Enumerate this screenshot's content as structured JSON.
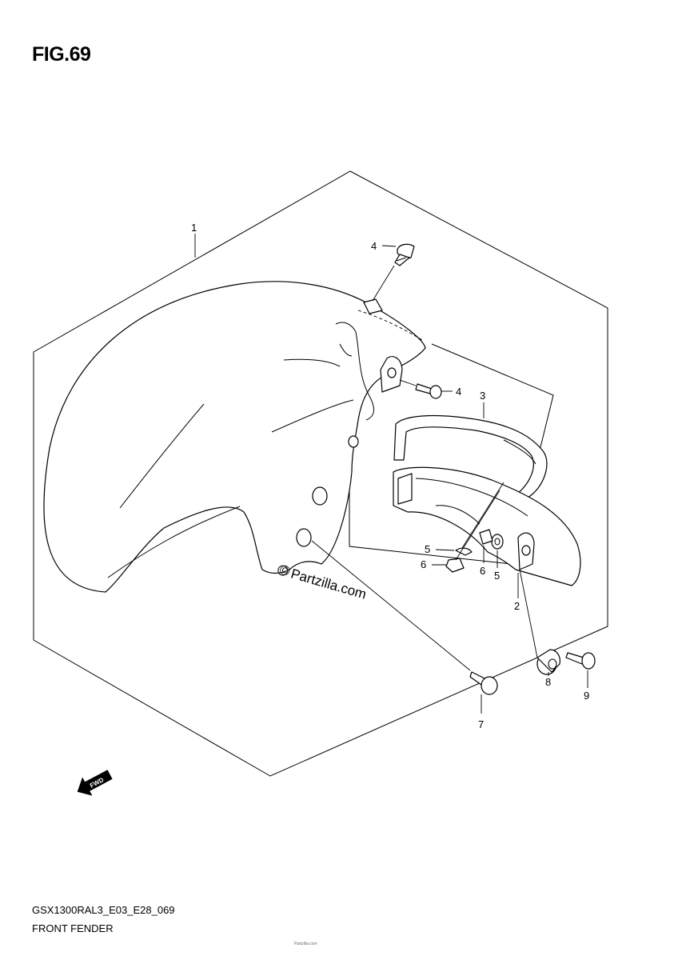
{
  "figure": {
    "title": "FIG.69",
    "model_code": "GSX1300RAL3_E03_E28_069",
    "section": "FRONT FENDER",
    "footer_fine_print": "Partzilla.com"
  },
  "watermark": {
    "text": "Partzilla.com",
    "symbol": "©"
  },
  "direction_marker": {
    "label": "FWD",
    "icon": "forward-arrow-icon"
  },
  "callouts": [
    {
      "id": "callout-1",
      "label": "1"
    },
    {
      "id": "callout-2",
      "label": "2"
    },
    {
      "id": "callout-3",
      "label": "3"
    },
    {
      "id": "callout-4a",
      "label": "4"
    },
    {
      "id": "callout-4b",
      "label": "4"
    },
    {
      "id": "callout-5a",
      "label": "5"
    },
    {
      "id": "callout-5b",
      "label": "5"
    },
    {
      "id": "callout-6a",
      "label": "6"
    },
    {
      "id": "callout-6b",
      "label": "6"
    },
    {
      "id": "callout-7",
      "label": "7"
    },
    {
      "id": "callout-8",
      "label": "8"
    },
    {
      "id": "callout-9",
      "label": "9"
    }
  ]
}
